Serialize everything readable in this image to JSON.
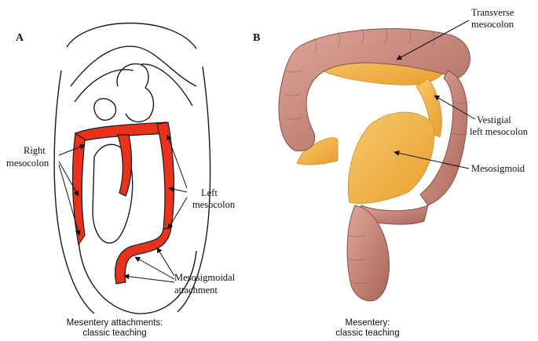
{
  "panel_a": {
    "letter": "A",
    "labels": {
      "right_mesocolon": [
        "Right",
        "mesocolon"
      ],
      "left_mesocolon": [
        "Left",
        "mesocolon"
      ],
      "mesosigmoidal_attachment": [
        "Mesosigmoidal",
        "attachment"
      ]
    },
    "caption": [
      "Mesentery attachments:",
      "classic teaching"
    ]
  },
  "panel_b": {
    "letter": "B",
    "labels": {
      "transverse_mesocolon": [
        "Transverse",
        "mesocolon"
      ],
      "vestigial_left_mesocolon": [
        "Vestigial",
        "left mesocolon"
      ],
      "mesosigmoid": [
        "Mesosigmoid"
      ]
    },
    "caption": [
      "Mesentery:",
      "classic teaching"
    ]
  },
  "colors": {
    "mesentery_red": "#e8321c",
    "colon_pink": "#c98a7c",
    "mesentery_yellow": "#f2b03c",
    "outline": "#1a1a1a"
  }
}
